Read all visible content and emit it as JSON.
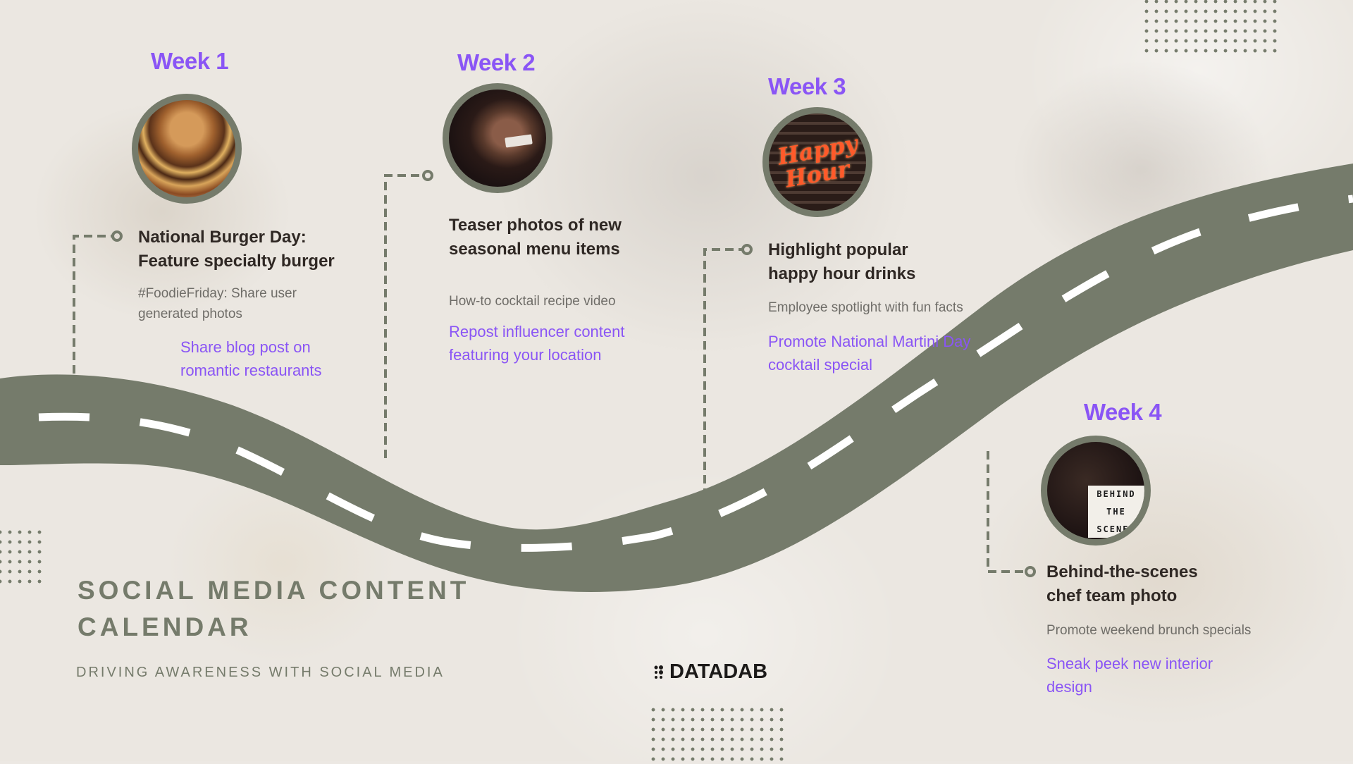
{
  "title": {
    "line1": "SOCIAL MEDIA CONTENT",
    "line2": "CALENDAR",
    "subtitle": "DRIVING AWARENESS WITH SOCIAL MEDIA"
  },
  "brand": {
    "name": "DATADAB",
    "icon": "dots-logo-icon"
  },
  "colors": {
    "accent": "#8a55f5",
    "road": "#757b6b",
    "heading": "#2f2824",
    "subtext": "#6f6d68",
    "background": "#ebe7e1"
  },
  "weeks": [
    {
      "label": "Week 1",
      "image": "burger-photo",
      "title": "National Burger Day: Feature specialty burger",
      "subtitle": "#FoodieFriday: Share user generated photos",
      "link": "Share blog post on romantic restaurants"
    },
    {
      "label": "Week 2",
      "image": "dessert-photo",
      "title": "Teaser photos of new seasonal menu items",
      "subtitle": "How-to cocktail recipe video",
      "link": "Repost influencer content featuring your location"
    },
    {
      "label": "Week 3",
      "image": "happy-hour-neon-photo",
      "image_text": [
        "Happy",
        "Hour"
      ],
      "title": "Highlight popular happy hour drinks",
      "subtitle": "Employee spotlight with fun facts",
      "link": "Promote National Martini Day cocktail special"
    },
    {
      "label": "Week 4",
      "image": "behind-the-scenes-sign-photo",
      "image_text": [
        "BEHIND",
        "THE",
        "SCENES"
      ],
      "title": "Behind-the-scenes chef team photo",
      "subtitle": "Promote weekend brunch specials",
      "link": "Sneak peek new interior design"
    }
  ]
}
